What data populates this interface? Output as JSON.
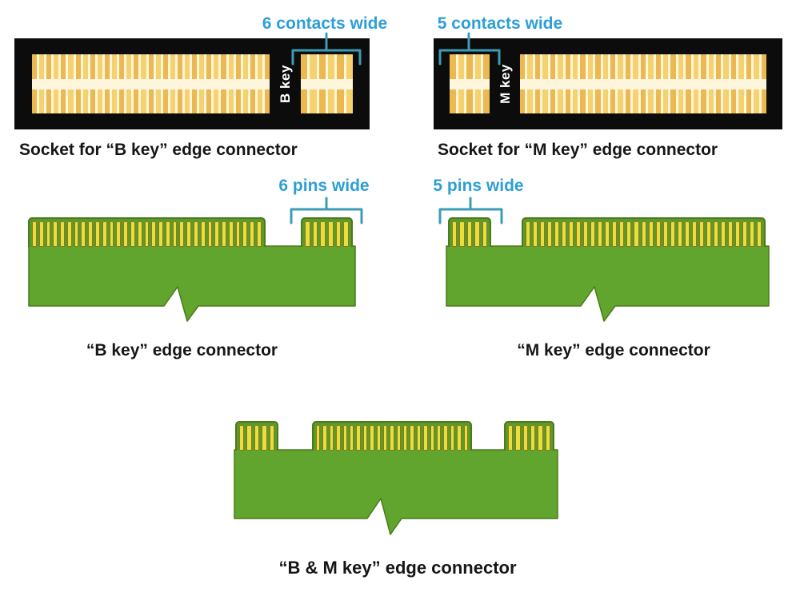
{
  "palette": {
    "socket_black": "#0c0c0c",
    "contact_cream": "#fdf5dc",
    "contact_gold": "#ecb850",
    "contact_gold_light": "#f5d26e",
    "bracket_teal": "#3d9cb5",
    "callout_blue": "#2d9fd6",
    "pcb_green": "#61a42e",
    "pcb_edge": "#4a7a1c",
    "pin_yellow": "#eddd3b",
    "pin_edge": "#837d20",
    "pin_gap_green": "#5c9a2c",
    "caption_black": "#161616",
    "key_label_white": "#ffffff",
    "background": "#ffffff"
  },
  "sockets": {
    "b": {
      "callout": "6 contacts wide",
      "key_label": "B key",
      "caption": "Socket for “B key” edge connector",
      "left_contacts": 33,
      "right_contacts": 6
    },
    "m": {
      "callout": "5 contacts wide",
      "key_label": "M key",
      "caption": "Socket for “M key” edge connector",
      "left_contacts": 5,
      "right_contacts": 33
    }
  },
  "connectors": {
    "b": {
      "callout": "6 pins wide",
      "caption": "“B key” edge connector",
      "blocks": [
        33,
        6
      ]
    },
    "m": {
      "callout": "5 pins wide",
      "caption": "“M key” edge connector",
      "blocks": [
        5,
        33
      ]
    },
    "bm": {
      "caption": "“B & M key” edge connector",
      "blocks": [
        5,
        23,
        6
      ]
    }
  }
}
